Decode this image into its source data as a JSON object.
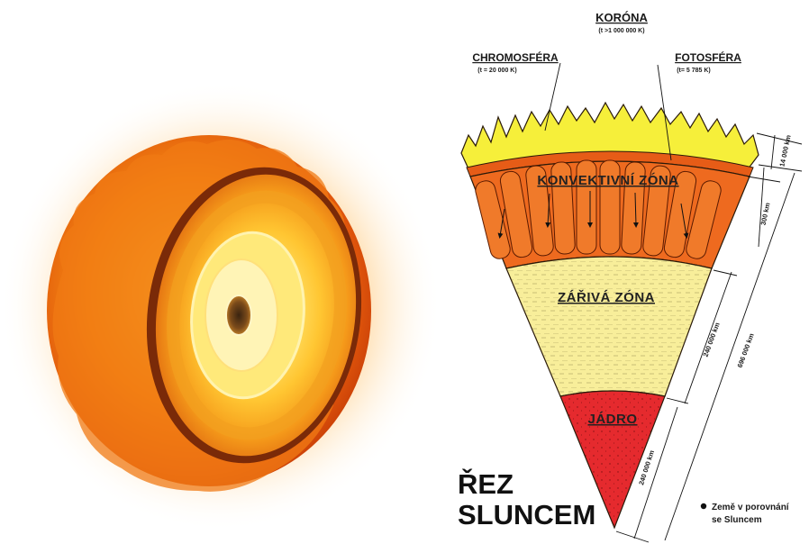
{
  "labels": {
    "korona": "KORÓNA",
    "korona_temp": "(t >1 000 000 K)",
    "chromosfera": "CHROMOSFÉRA",
    "chromosfera_temp": "(t = 20 000 K)",
    "fotosfera": "FOTOSFÉRA",
    "fotosfera_temp": "(t= 5 785 K)",
    "konvektivni_zona": "KONVEKTIVNÍ ZÓNA",
    "zariva_zona": "ZÁŘIVÁ ZÓNA",
    "jadro": "JÁDRO"
  },
  "dimensions": {
    "chromosphere_thickness": "14 000 km",
    "photosphere_thickness": "300 km",
    "convective_radiative": "240 000 km",
    "radius": "696 000 km",
    "core": "240 000 km"
  },
  "title": {
    "line1": "ŘEZ",
    "line2": "SLUNCEM"
  },
  "legend": {
    "line1": "Země v porovnání",
    "line2": "se Sluncem"
  },
  "colors": {
    "chromosphere": "#f6ef3a",
    "convective": "#ee6a1f",
    "radiative": "#f8ee9a",
    "core": "#e52a2e",
    "outline": "#2a1a0a"
  }
}
